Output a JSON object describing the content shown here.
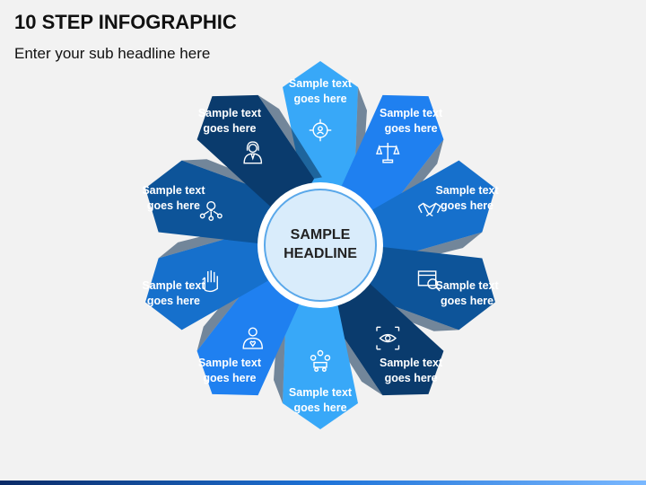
{
  "header": {
    "title": "10 STEP INFOGRAPHIC",
    "subtitle": "Enter your sub headline here"
  },
  "center": {
    "line1": "SAMPLE",
    "line2": "HEADLINE"
  },
  "steps": [
    {
      "line1": "Sample text",
      "line2": "goes here",
      "color": "#38a8f8",
      "icon": "target-person-icon"
    },
    {
      "line1": "Sample text",
      "line2": "goes here",
      "color": "#1f80f0",
      "icon": "justice-scales-icon"
    },
    {
      "line1": "Sample text",
      "line2": "goes here",
      "color": "#1670cc",
      "icon": "handshake-icon"
    },
    {
      "line1": "Sample text",
      "line2": "goes here",
      "color": "#0d5499",
      "icon": "web-search-icon"
    },
    {
      "line1": "Sample text",
      "line2": "goes here",
      "color": "#0a3b6d",
      "icon": "eye-focus-icon"
    },
    {
      "line1": "Sample text",
      "line2": "goes here",
      "color": "#38a8f8",
      "icon": "team-meeting-icon"
    },
    {
      "line1": "Sample text",
      "line2": "goes here",
      "color": "#1f80f0",
      "icon": "person-heart-icon"
    },
    {
      "line1": "Sample text",
      "line2": "goes here",
      "color": "#1670cc",
      "icon": "hand-stop-icon"
    },
    {
      "line1": "Sample text",
      "line2": "goes here",
      "color": "#0d5499",
      "icon": "idea-network-icon"
    },
    {
      "line1": "Sample text",
      "line2": "goes here",
      "color": "#0a3b6d",
      "icon": "businesswoman-icon"
    }
  ]
}
